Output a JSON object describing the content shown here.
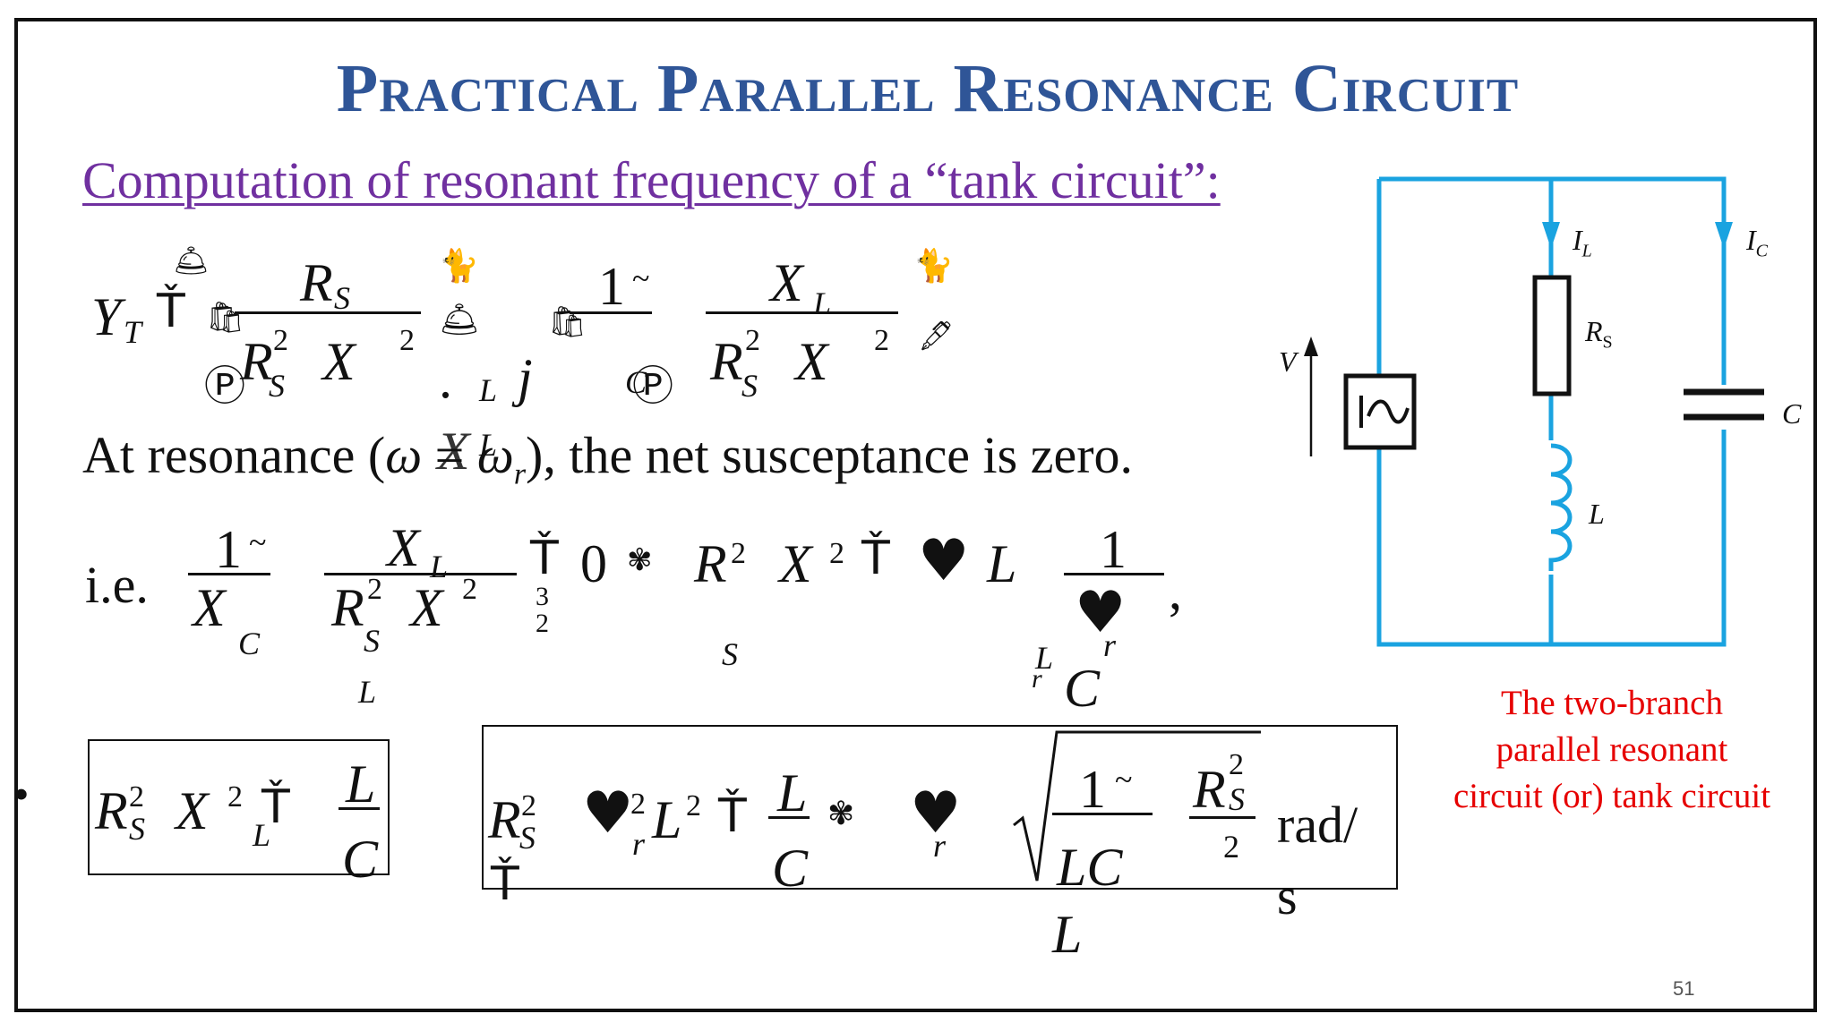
{
  "slide": {
    "title": "Practical Parallel Resonance Circuit",
    "subtitle": "Computation of resonant frequency of a “tank circuit”:",
    "page_number": "51"
  },
  "eq1": {
    "yt": "Y",
    "yt_sub": "T",
    "eq_glyph": "Ť",
    "rs_num": "R",
    "rs_num_sub": "S",
    "den1": "R",
    "den1_sub": "S",
    "den1_sup": "2",
    "den1_x": "X",
    "den1_x_sup": "2",
    "dot1": ".",
    "l_sub": "L",
    "j": "j",
    "one": "1",
    "tilde": "~",
    "xl_num": "X",
    "xl_sub": "L",
    "den2": "R",
    "den2_sub": "S",
    "den2_sup": "2",
    "den2_x": "X",
    "den2_x_sup": "2",
    "p1": "Ⓟ",
    "p2": "Ⓟ",
    "c_sub": "C"
  },
  "resonance": {
    "text_a": "At resonance (",
    "omega": "ω",
    "text_eq": " = ",
    "omega_r": "ω",
    "omega_r_sub": "r",
    "text_b": "), the net susceptance is zero.",
    "overlay_x": "X",
    "overlay_l": "L"
  },
  "eq2": {
    "ie": "i.e.",
    "one": "1",
    "tilde": "~",
    "xc": "X",
    "xc_sub": "C",
    "xl": "X",
    "xl_sub": "L",
    "den_r": "R",
    "den_r_sup": "2",
    "den_x": "X",
    "den_x_sup": "2",
    "den_s": "S",
    "eq_glyph": "Ť",
    "zero": "0",
    "frac32_top": "3",
    "frac32_bot": "2",
    "r2": "R",
    "r2_sup": "2",
    "x2": "X",
    "x2_sup": "2",
    "s_sub": "S",
    "eq_glyph2": "Ť",
    "heart": "♥",
    "L": "L",
    "one_b": "1",
    "r_sub": "r",
    "l_sub": "L",
    "r_sub2": "r",
    "C": "C",
    "comma": ","
  },
  "box1": {
    "r": "R",
    "r_sup": "2",
    "r_sub": "S",
    "x": "X",
    "x_sup": "2",
    "x_sub": "L",
    "eq_glyph": "Ť",
    "L": "L",
    "C": "C"
  },
  "box2": {
    "r": "R",
    "r_sup": "2",
    "r_sub": "S",
    "heart": "♥",
    "sup2": "2",
    "r_sub2": "r",
    "L": "L",
    "L_sup": "2",
    "eq_glyph": "Ť",
    "frac_L": "L",
    "frac_C": "C",
    "heart2": "♥",
    "r_sub3": "r",
    "one": "1",
    "tilde": "~",
    "LC": "LC",
    "rs": "R",
    "rs_sub": "S",
    "rs_sup": "2",
    "two": "2",
    "L_below": "L",
    "eq_below": "Ť",
    "unit_a": "rad/",
    "unit_b": "s"
  },
  "circuit": {
    "color": "#1aa3e0",
    "label_IL": "I",
    "label_IL_sub": "L",
    "label_IC": "I",
    "label_IC_sub": "C",
    "label_RS": "R",
    "label_RS_sub": "S",
    "label_L": "L",
    "label_C": "C",
    "label_V": "V"
  },
  "caption": {
    "line1": "The two-branch",
    "line2": "parallel resonant",
    "line3": "circuit (or) tank circuit"
  },
  "bullet": "•"
}
